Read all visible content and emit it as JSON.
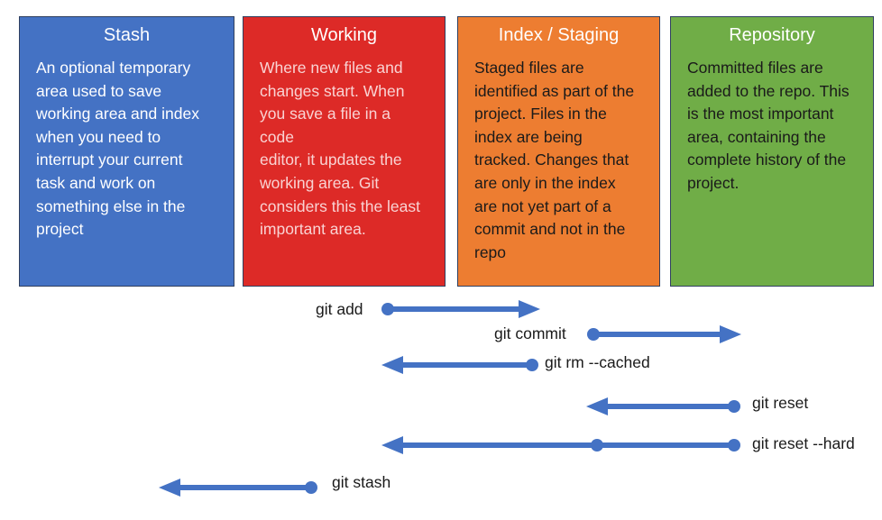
{
  "areas": {
    "stash": {
      "title": "Stash",
      "description": "An optional temporary\narea used to save\nworking area and index\nwhen you need to\ninterrupt your current\ntask and work on\nsomething else in the\nproject"
    },
    "working": {
      "title": "Working",
      "description": "Where new files and\nchanges start. When\nyou save a file in a code\neditor, it updates the\nworking area. Git\nconsiders this the least\nimportant area."
    },
    "index": {
      "title": "Index / Staging",
      "description": "Staged files are\nidentified as part of the\nproject.  Files in the\nindex are being\ntracked. Changes that\nare only in the index\nare not yet part of a\ncommit and not in the\nrepo"
    },
    "repository": {
      "title": "Repository",
      "description": "Committed files are\nadded to the repo. This\nis the most important\narea, containing the\ncomplete history of the\nproject."
    }
  },
  "commands": {
    "git_add": "git add",
    "git_commit": "git commit",
    "git_rm_cached": "git rm --cached",
    "git_reset": "git reset",
    "git_reset_hard": "git reset  --hard",
    "git_stash": "git stash"
  },
  "colors": {
    "stash": "#4472c4",
    "working": "#dd2a27",
    "index": "#ed7d31",
    "repository": "#70ad47",
    "arrow": "#4472c4"
  }
}
